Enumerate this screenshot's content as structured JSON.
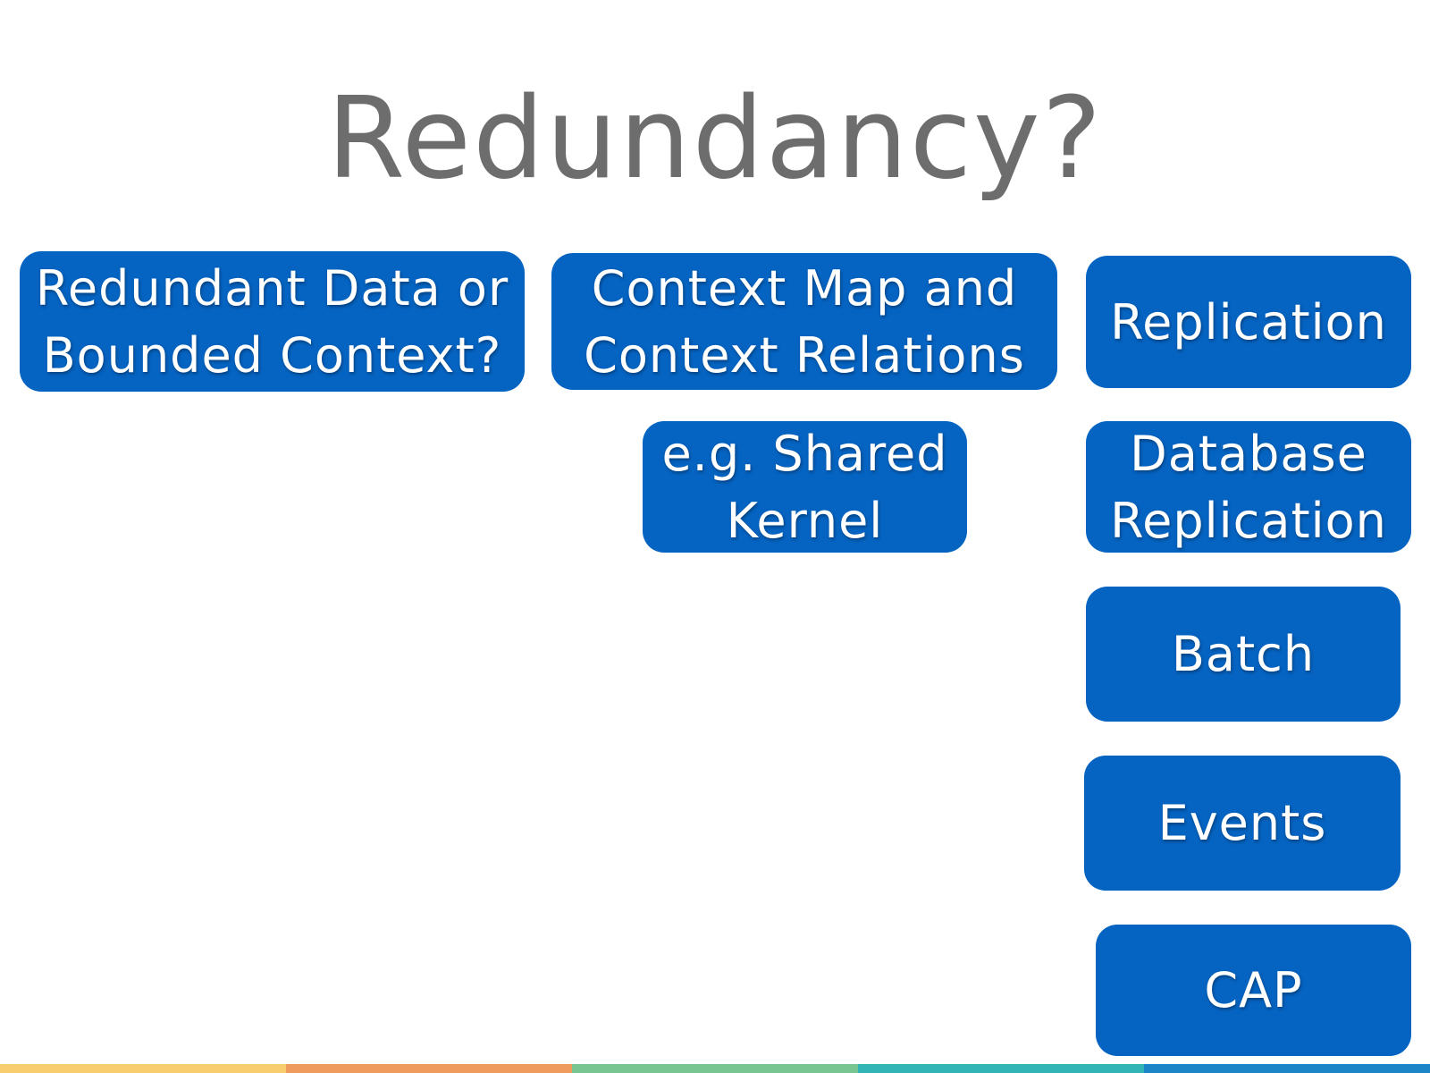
{
  "slide": {
    "title": "Redundancy?"
  },
  "boxes": {
    "redundant_data": "Redundant Data or\nBounded Context?",
    "context_map": "Context Map and\nContext Relations",
    "replication": "Replication",
    "shared_kernel": "e.g. Shared\nKernel",
    "database_replication": "Database\nReplication",
    "batch": "Batch",
    "events": "Events",
    "cap": "CAP"
  },
  "colors": {
    "box_fill": "#0563c1",
    "title_text": "#6d6d6d",
    "footer_stripes": [
      "#f7cd6e",
      "#ef9b5e",
      "#79c58f",
      "#33b4b4",
      "#1a86c7"
    ]
  }
}
